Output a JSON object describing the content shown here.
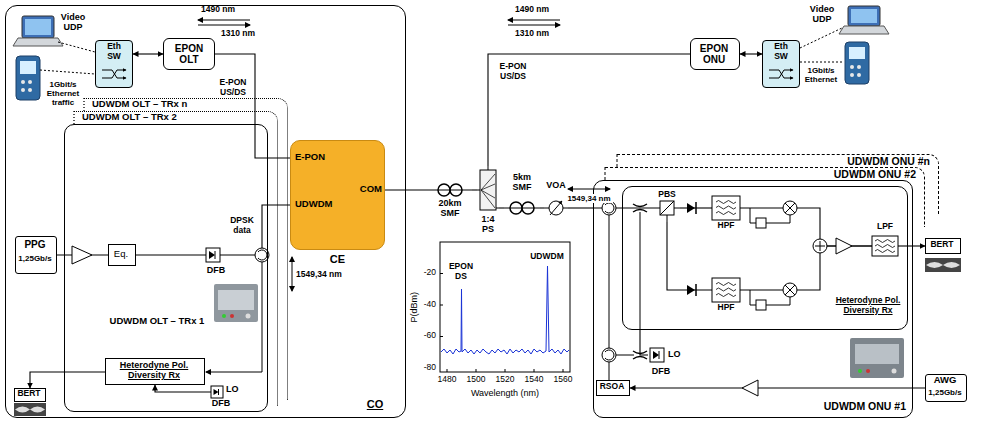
{
  "diagram": {
    "nodes": [
      {
        "text": [
          "CO"
        ]
      },
      {
        "text": [
          "Eth SW"
        ],
        "in": 0
      },
      {
        "text": [
          "EPON OLT"
        ],
        "in": 0
      },
      {
        "text": [
          "E-PON",
          "COM",
          "UDWDM",
          "CE"
        ],
        "in": 0
      },
      {
        "text": [
          "UDWDM OLT – TRx n"
        ],
        "in": 0
      },
      {
        "text": [
          "UDWDM OLT – TRx 2"
        ],
        "in": 0
      },
      {
        "text": [
          "UDWDM OLT – TRx 1"
        ],
        "in": 0
      },
      {
        "text": [
          "PPG",
          "1,25Gb/s"
        ],
        "in": 0
      },
      {
        "text": [
          "Eq."
        ],
        "in": 6
      },
      {
        "text": [
          "DFB"
        ],
        "in": 6
      },
      {
        "text": [
          "Heterodyne Pol. Diversity Rx"
        ],
        "in": 6
      },
      {
        "text": [
          "LO",
          "DFB"
        ],
        "in": 6
      },
      {
        "text": [
          "BERT"
        ],
        "in": 0
      },
      {
        "text": [
          "20km SMF"
        ]
      },
      {
        "text": [
          "1:4 PS"
        ]
      },
      {
        "text": [
          "5km SMF"
        ]
      },
      {
        "text": [
          "VOA"
        ]
      },
      {
        "text": [
          "EPON ONU"
        ]
      },
      {
        "text": [
          "Eth SW"
        ]
      },
      {
        "text": [
          "UDWDM ONU #n"
        ]
      },
      {
        "text": [
          "UDWDM ONU #2"
        ]
      },
      {
        "text": [
          "UDWDM ONU #1"
        ]
      },
      {
        "text": [
          "Heterodyne Pol. Diversity Rx"
        ],
        "in": 21
      },
      {
        "text": [
          "PBS"
        ],
        "in": 22
      },
      {
        "text": [
          "HPF"
        ],
        "in": 22
      },
      {
        "text": [
          "HPF"
        ],
        "in": 22
      },
      {
        "text": [
          "LPF"
        ],
        "in": 22
      },
      {
        "text": [
          "LO",
          "DFB"
        ],
        "in": 21
      },
      {
        "text": [
          "RSOA"
        ],
        "in": 21
      },
      {
        "text": [
          "AWG",
          "1,25Gb/s"
        ]
      },
      {
        "text": [
          "BERT"
        ]
      }
    ],
    "edges": [
      {
        "from": 1,
        "to": 2,
        "arrow": "both"
      },
      {
        "from": 2,
        "to": 3,
        "arrow": "none"
      },
      {
        "from": 7,
        "to": 8,
        "arrow": "none"
      },
      {
        "from": 8,
        "to": 9,
        "arrow": "none"
      },
      {
        "from": 9,
        "to": 3,
        "arrow": "none"
      },
      {
        "from": 11,
        "to": 10,
        "arrow": "to"
      },
      {
        "from": 10,
        "to": 12,
        "arrow": "to"
      },
      {
        "from": 3,
        "to": 13,
        "arrow": "none"
      },
      {
        "from": 13,
        "to": 14,
        "arrow": "none"
      },
      {
        "from": 14,
        "to": 17,
        "arrow": "none"
      },
      {
        "from": 14,
        "to": 15,
        "arrow": "none"
      },
      {
        "from": 15,
        "to": 16,
        "arrow": "none"
      },
      {
        "from": 16,
        "to": 21,
        "arrow": "none"
      },
      {
        "from": 17,
        "to": 18,
        "arrow": "both"
      },
      {
        "from": 23,
        "to": 24,
        "arrow": "none"
      },
      {
        "from": 23,
        "to": 25,
        "arrow": "none"
      },
      {
        "from": 24,
        "to": 26,
        "arrow": "none"
      },
      {
        "from": 25,
        "to": 26,
        "arrow": "none"
      },
      {
        "from": 26,
        "to": 30,
        "arrow": "to"
      },
      {
        "from": 27,
        "to": 22,
        "arrow": "none"
      },
      {
        "from": 29,
        "to": 28,
        "arrow": "to"
      }
    ],
    "labels": [
      "Video UDP",
      "1Gbit/s Ethernet traffic",
      "1490 nm",
      "1310 nm",
      "E-PON US/DS",
      "DPSK data",
      "1549,34 nm",
      "1490 nm",
      "1310 nm",
      "E-PON US/DS",
      "Video UDP",
      "1Gbit/s Ethernet",
      "1549,34 nm",
      "P(dBm)",
      "-20",
      "-40",
      "-60",
      "-80",
      "1480",
      "1500",
      "1520",
      "1540",
      "1560",
      "Wavelength (nm)",
      "EPON DS",
      "UDWDM"
    ]
  }
}
